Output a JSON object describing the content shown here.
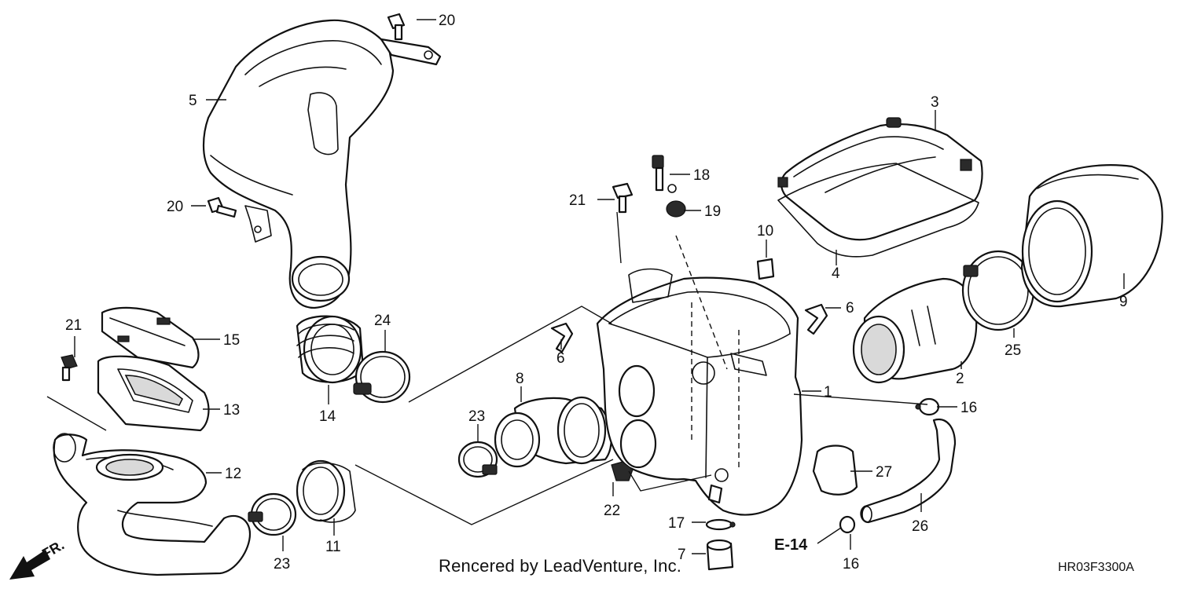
{
  "diagram": {
    "footer_credit": "Rencered by LeadVenture, Inc.",
    "footer_code": "HR03F3300A",
    "direction_label": "FR.",
    "reference_label": "E-14",
    "callouts": {
      "c1": "1",
      "c2": "2",
      "c3": "3",
      "c4": "4",
      "c5": "5",
      "c6a": "6",
      "c6b": "6",
      "c7": "7",
      "c8": "8",
      "c9": "9",
      "c10": "10",
      "c11": "11",
      "c12": "12",
      "c13": "13",
      "c14": "14",
      "c15": "15",
      "c16a": "16",
      "c16b": "16",
      "c17": "17",
      "c18": "18",
      "c19": "19",
      "c20a": "20",
      "c20b": "20",
      "c21a": "21",
      "c21b": "21",
      "c22": "22",
      "c23a": "23",
      "c23b": "23",
      "c24": "24",
      "c25": "25",
      "c26": "26",
      "c27": "27"
    }
  }
}
